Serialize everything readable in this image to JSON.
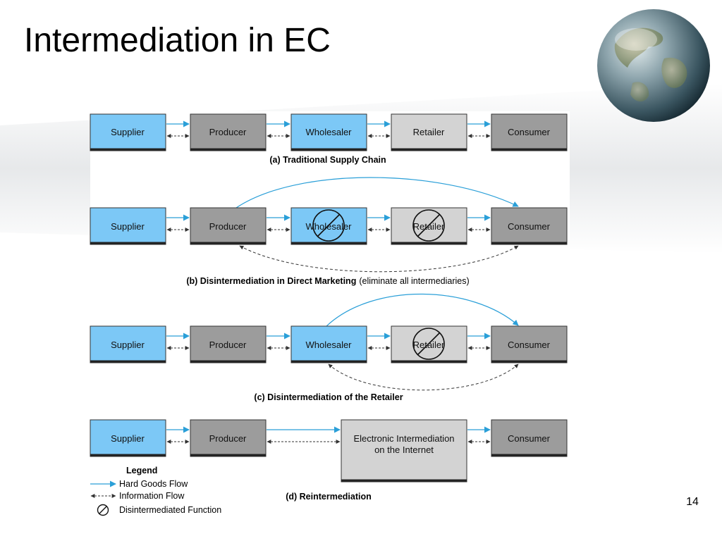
{
  "slide": {
    "title": "Intermediation in EC",
    "page_number": "14"
  },
  "colors": {
    "supplier_fill": "#7cc8f6",
    "producer_fill": "#9c9c9c",
    "wholesaler_fill": "#7cc8f6",
    "retailer_fill": "#d3d3d3",
    "consumer_fill": "#9c9c9c",
    "electronic_fill": "#d3d3d3",
    "goods_arrow": "#2a9fd8",
    "info_arrow": "#333333"
  },
  "diagram": {
    "rows": [
      {
        "id": "a",
        "boxes": [
          "Supplier",
          "Producer",
          "Wholesaler",
          "Retailer",
          "Consumer"
        ],
        "caption": "(a) Traditional Supply Chain",
        "caption_note": ""
      },
      {
        "id": "b",
        "boxes": [
          "Supplier",
          "Producer",
          "Wholesaler",
          "Retailer",
          "Consumer"
        ],
        "caption": "(b) Disintermediation in Direct Marketing",
        "caption_note": "(eliminate all intermediaries)"
      },
      {
        "id": "c",
        "boxes": [
          "Supplier",
          "Producer",
          "Wholesaler",
          "Retailer",
          "Consumer"
        ],
        "caption": "(c) Disintermediation of the Retailer",
        "caption_note": ""
      },
      {
        "id": "d",
        "boxes": [
          "Supplier",
          "Producer",
          "Electronic Intermediation",
          "on the Internet",
          "Consumer"
        ],
        "caption": "(d) Reintermediation",
        "caption_note": ""
      }
    ],
    "legend": {
      "title": "Legend",
      "items": [
        "Hard Goods Flow",
        "Information Flow",
        "Disintermediated Function"
      ]
    }
  }
}
